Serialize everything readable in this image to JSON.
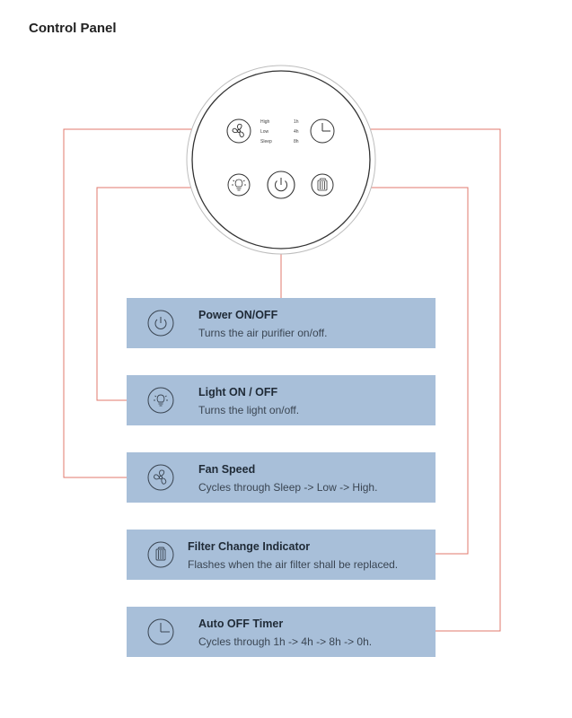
{
  "page": {
    "title": "Control Panel"
  },
  "panel": {
    "speed_labels": [
      "High",
      "Low",
      "Sleep"
    ],
    "timer_labels": [
      "1h",
      "4h",
      "8h"
    ]
  },
  "functions": [
    {
      "title": "Power ON/OFF",
      "description": "Turns the air purifier on/off.",
      "icon": "power-icon"
    },
    {
      "title": "Light ON / OFF",
      "description": "Turns the light on/off.",
      "icon": "light-bulb-icon"
    },
    {
      "title": "Fan Speed",
      "description": "Cycles through Sleep -> Low -> High.",
      "icon": "fan-icon"
    },
    {
      "title": "Filter Change Indicator",
      "description": "Flashes when the air filter shall be replaced.",
      "icon": "filter-icon"
    },
    {
      "title": "Auto OFF Timer",
      "description": "Cycles through 1h -> 4h -> 8h -> 0h.",
      "icon": "timer-icon"
    }
  ],
  "colors": {
    "card_background": "#a8bfd9",
    "leader_line": "#e07a6e",
    "icon_stroke": "#333333"
  }
}
